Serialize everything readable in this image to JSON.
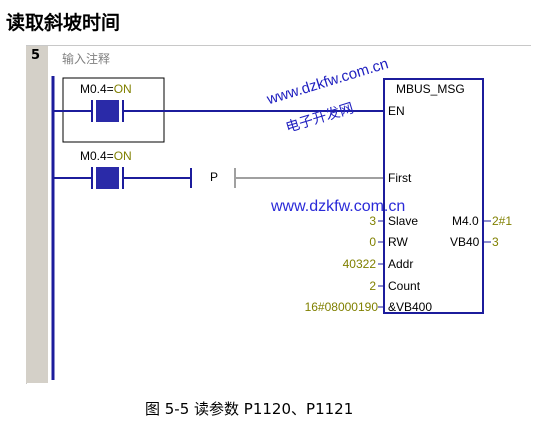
{
  "heading": "读取斜坡时间",
  "network": {
    "number": "5",
    "comment": "输入注释"
  },
  "rung1": {
    "contact_name": "M0.4=",
    "contact_state": "ON"
  },
  "rung2": {
    "contact_name": "M0.4=",
    "contact_state": "ON",
    "edge_label": "P"
  },
  "block": {
    "title": "MBUS_MSG",
    "en": "EN",
    "first": "First",
    "inputs": [
      {
        "value": "3",
        "pin": "Slave"
      },
      {
        "value": "0",
        "pin": "RW"
      },
      {
        "value": "40322",
        "pin": "Addr"
      },
      {
        "value": "2",
        "pin": "Count"
      },
      {
        "value": "16#08000190",
        "pin": "&VB400"
      }
    ],
    "outputs": [
      {
        "pin": "M4.0",
        "value": "2#1"
      },
      {
        "pin": "VB40",
        "value": "3"
      }
    ]
  },
  "watermarks": {
    "diagonal_text": "www.dzkfw.com.cn",
    "diagonal_sub": "电子开发网",
    "center_text": "www.dzkfw.com.cn"
  },
  "caption": "图 5-5  读参数 P1120、P1121",
  "colors": {
    "wire": "#1c1c9c",
    "contact_fill": "#2a2aa8",
    "value_text": "#808000",
    "gutter": "#d4d0c8"
  }
}
